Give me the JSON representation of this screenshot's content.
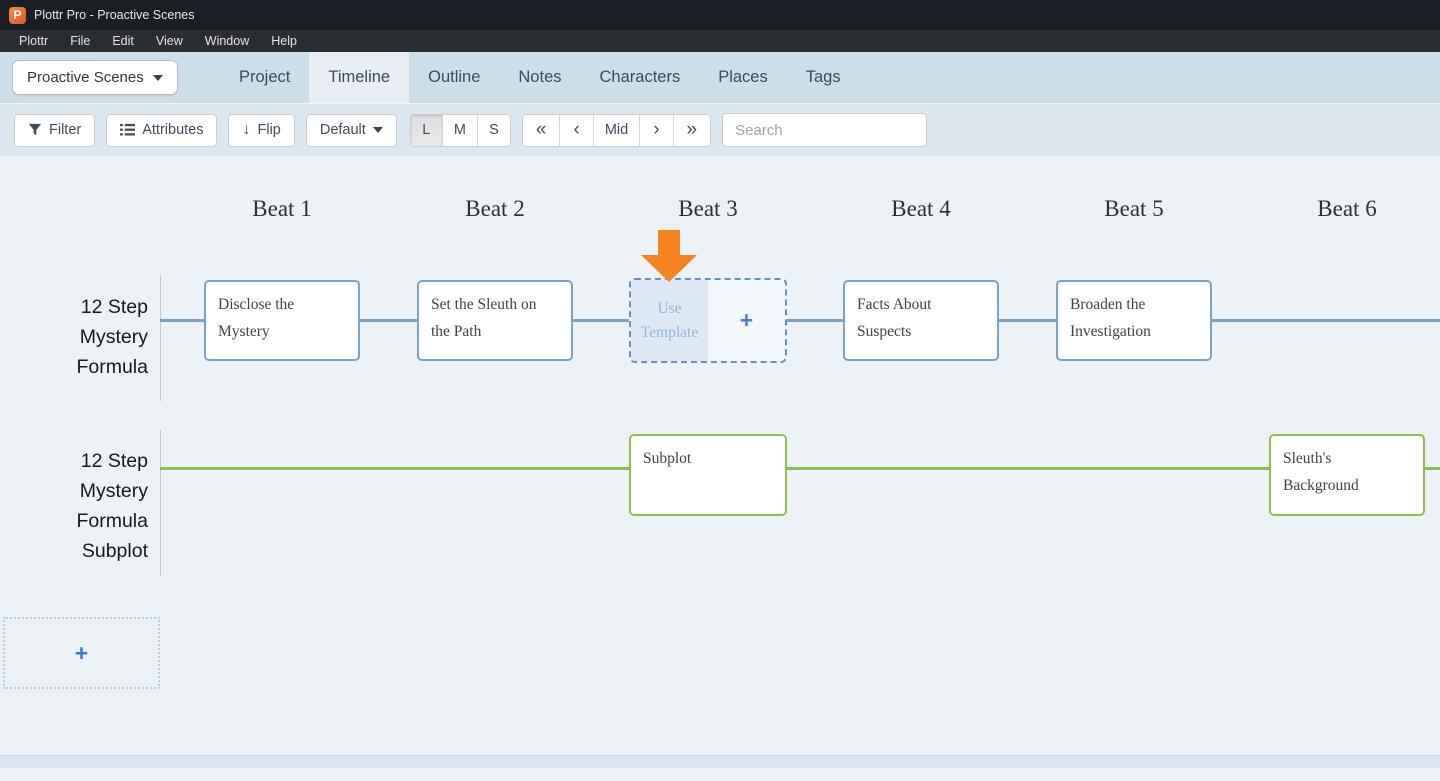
{
  "window": {
    "title": "Plottr Pro - Proactive Scenes",
    "logo_letter": "P"
  },
  "menu": {
    "items": [
      "Plottr",
      "File",
      "Edit",
      "View",
      "Window",
      "Help"
    ]
  },
  "tabbar": {
    "book_selector_label": "Proactive Scenes",
    "tabs": [
      "Project",
      "Timeline",
      "Outline",
      "Notes",
      "Characters",
      "Places",
      "Tags"
    ],
    "active_tab": "Timeline"
  },
  "toolbar": {
    "filter_label": "Filter",
    "attributes_label": "Attributes",
    "flip_label": "Flip",
    "flip_glyph": "↓",
    "default_label": "Default",
    "sizes": [
      "L",
      "M",
      "S"
    ],
    "active_size": "L",
    "nav": [
      "«",
      "‹",
      "Mid",
      "›",
      "»"
    ],
    "search_placeholder": "Search"
  },
  "timeline": {
    "beats": [
      "Beat 1",
      "Beat 2",
      "Beat 3",
      "Beat 4",
      "Beat 5",
      "Beat 6"
    ],
    "row1": {
      "label": "12 Step Mystery Formula",
      "cards": [
        "Disclose the Mystery",
        "Set the Sleuth on the Path",
        "Facts About Suspects",
        "Broaden the Investigation"
      ]
    },
    "template_cell": {
      "use_template_label": "Use Template",
      "plus_label": "+"
    },
    "row2": {
      "label": "12 Step Mystery Formula Subplot",
      "cards": [
        "Subplot",
        "Sleuth's Background"
      ]
    },
    "add_plotline_label": "+"
  },
  "colors": {
    "plotline_main": "#79a3c6",
    "plotline_subplot": "#8dc04d",
    "arrow_orange": "#f5831f",
    "tabbar_bg": "#cddeeb",
    "toolbar_bg": "#dde7f0",
    "main_bg": "#edf2f6",
    "titlebar_bg": "#1a1e25"
  }
}
